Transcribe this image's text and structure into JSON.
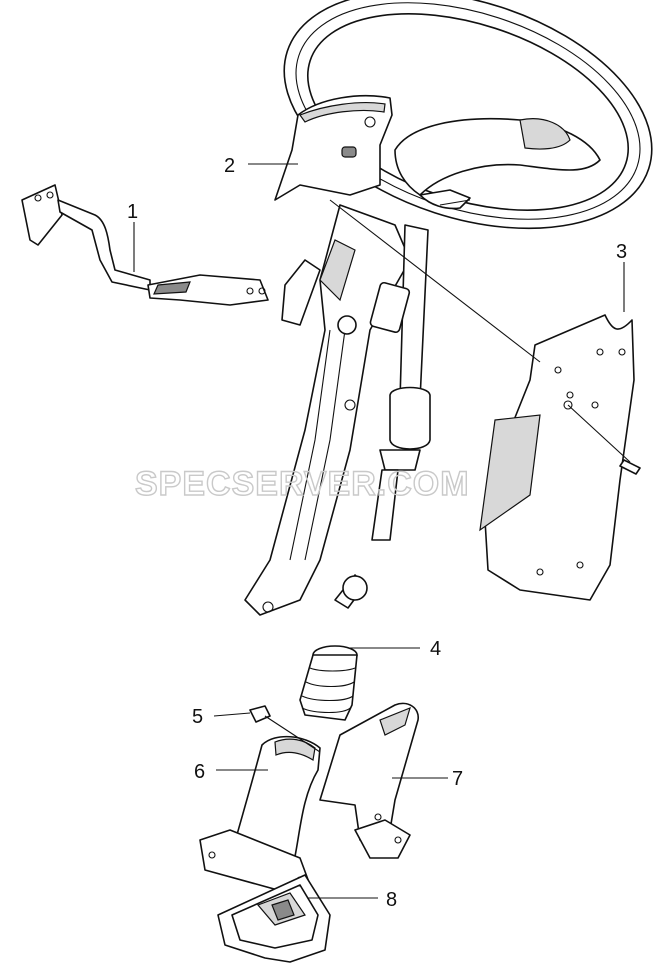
{
  "watermark": "SPECSERVER.COM",
  "callouts": [
    {
      "id": "callout-1",
      "label": "1"
    },
    {
      "id": "callout-2",
      "label": "2"
    },
    {
      "id": "callout-3",
      "label": "3"
    },
    {
      "id": "callout-4",
      "label": "4"
    },
    {
      "id": "callout-5",
      "label": "5"
    },
    {
      "id": "callout-6",
      "label": "6"
    },
    {
      "id": "callout-7",
      "label": "7"
    },
    {
      "id": "callout-8",
      "label": "8"
    }
  ]
}
